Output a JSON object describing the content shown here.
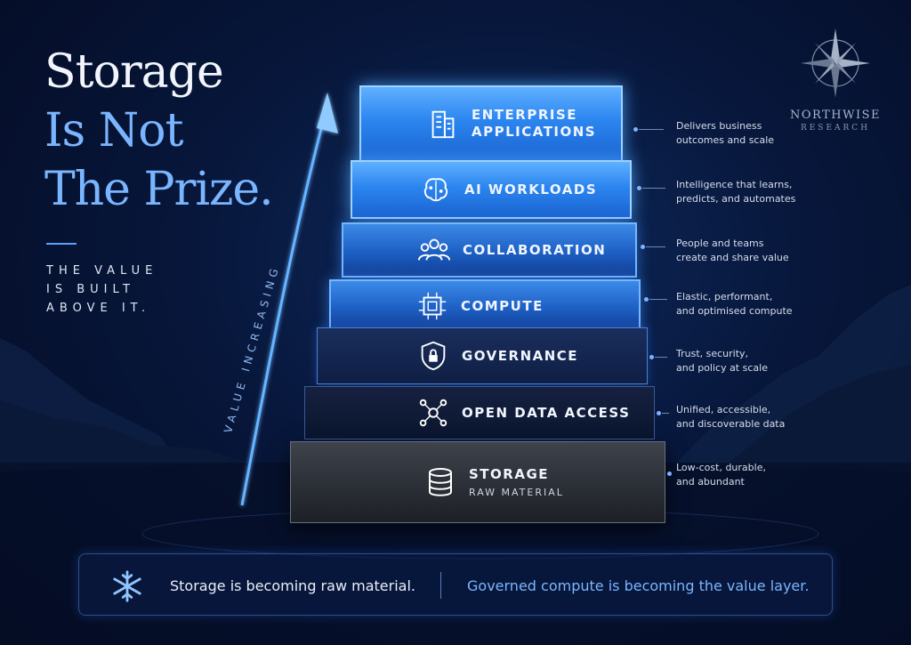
{
  "headline": {
    "line1": "Storage",
    "line2": "Is Not",
    "line3": "The Prize."
  },
  "subheading": {
    "line1": "THE VALUE",
    "line2": "IS BUILT",
    "line3": "ABOVE IT."
  },
  "axis_label": "VALUE INCREASING",
  "brand": {
    "name": "NORTHWISE",
    "sub": "RESEARCH"
  },
  "layers": [
    {
      "name": "ENTERPRISE\nAPPLICATIONS",
      "icon": "building-icon",
      "desc_line1": "Delivers business",
      "desc_line2": "outcomes and scale"
    },
    {
      "name": "AI WORKLOADS",
      "icon": "brain-icon",
      "desc_line1": "Intelligence that learns,",
      "desc_line2": "predicts, and automates"
    },
    {
      "name": "COLLABORATION",
      "icon": "people-icon",
      "desc_line1": "People and teams",
      "desc_line2": "create and share value"
    },
    {
      "name": "COMPUTE",
      "icon": "chip-icon",
      "desc_line1": "Elastic, performant,",
      "desc_line2": "and optimised compute"
    },
    {
      "name": "GOVERNANCE",
      "icon": "shield-lock-icon",
      "desc_line1": "Trust, security,",
      "desc_line2": "and policy at scale"
    },
    {
      "name": "OPEN DATA ACCESS",
      "icon": "network-icon",
      "desc_line1": "Unified, accessible,",
      "desc_line2": "and discoverable data"
    },
    {
      "name": "STORAGE",
      "sub": "RAW MATERIAL",
      "icon": "database-icon",
      "desc_line1": "Low-cost, durable,",
      "desc_line2": "and abundant"
    }
  ],
  "banner": {
    "left": "Storage is becoming raw material.",
    "right": "Governed compute is becoming the value layer.",
    "icon": "snowflake-icon"
  },
  "colors": {
    "accent": "#7ab6ff",
    "background": "#07163a",
    "bright_layer": "#2c86f0",
    "stone": "#2b2f36"
  }
}
